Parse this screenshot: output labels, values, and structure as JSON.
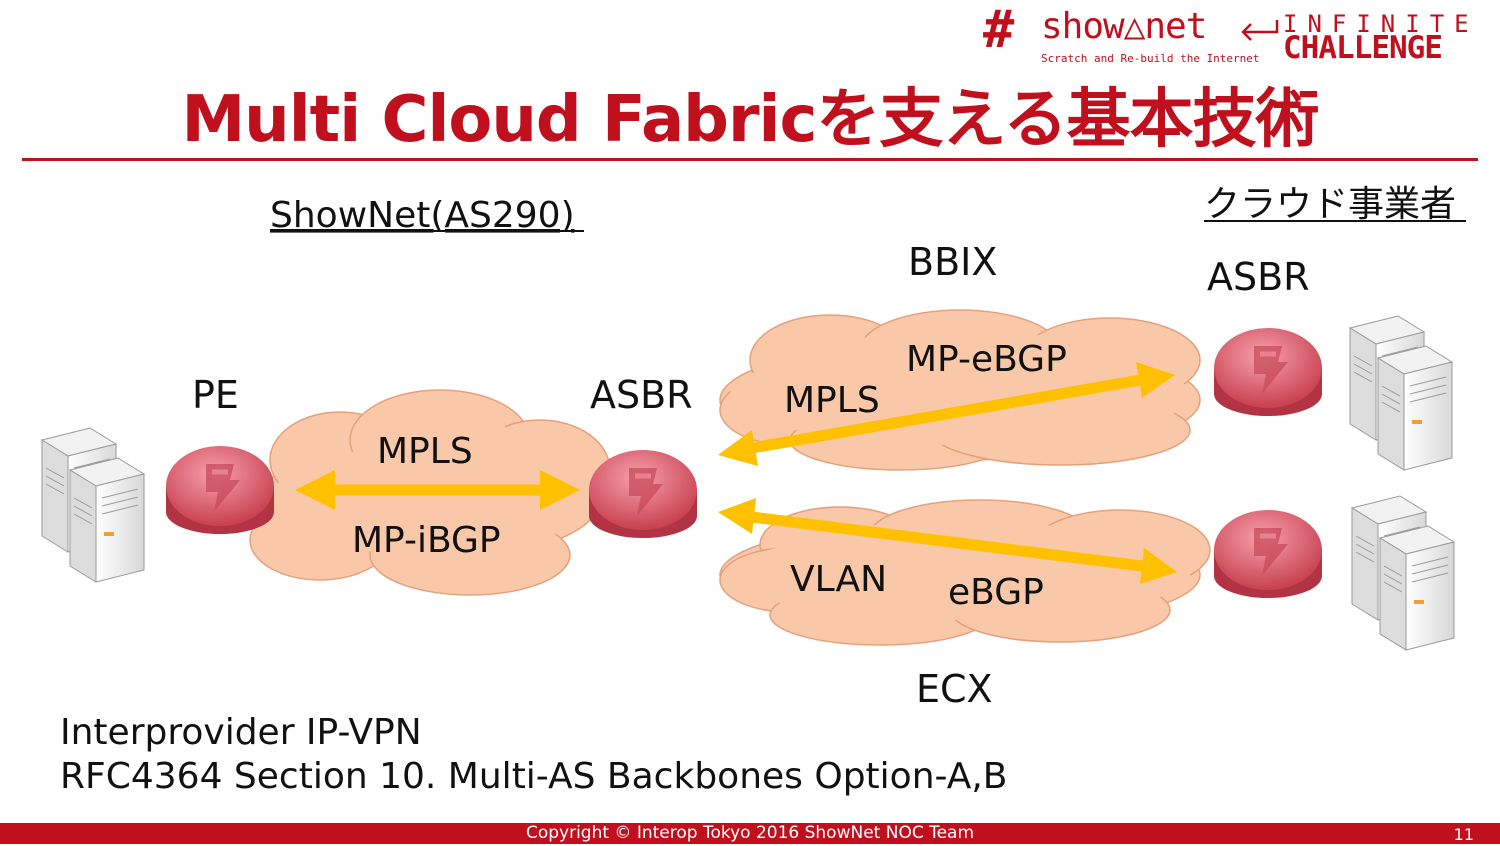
{
  "logo": {
    "hash": "#",
    "brand": "show△net",
    "tagline": "Scratch and Re-build the Internet",
    "infinite": "INFINITE",
    "challenge": "CHALLENGE"
  },
  "title": "Multi Cloud Fabricを支える基本技術",
  "labels": {
    "shownet": "ShowNet(AS290)",
    "cloud_provider": "クラウド事業者",
    "bbix": "BBIX",
    "ecx": "ECX",
    "pe": "PE",
    "asbr_shownet": "ASBR",
    "asbr_cloud": "ASBR"
  },
  "links": {
    "internal": {
      "top": "MPLS",
      "bottom": "MP-iBGP"
    },
    "bbix": {
      "left": "MPLS",
      "top": "MP-eBGP"
    },
    "ecx": {
      "left": "VLAN",
      "right": "eBGP"
    }
  },
  "notes": {
    "line1": "Interprovider IP-VPN",
    "line2": "RFC4364 Section 10. Multi-AS Backbones Option-A,B"
  },
  "footer": {
    "copyright": "Copyright © Interop Tokyo 2016 ShowNet NOC Team",
    "page": "11"
  },
  "colors": {
    "brand_red": "#c0101e",
    "cloud_fill": "#f8c8a8",
    "arrow": "#ffc000",
    "router": "#d95a68"
  }
}
